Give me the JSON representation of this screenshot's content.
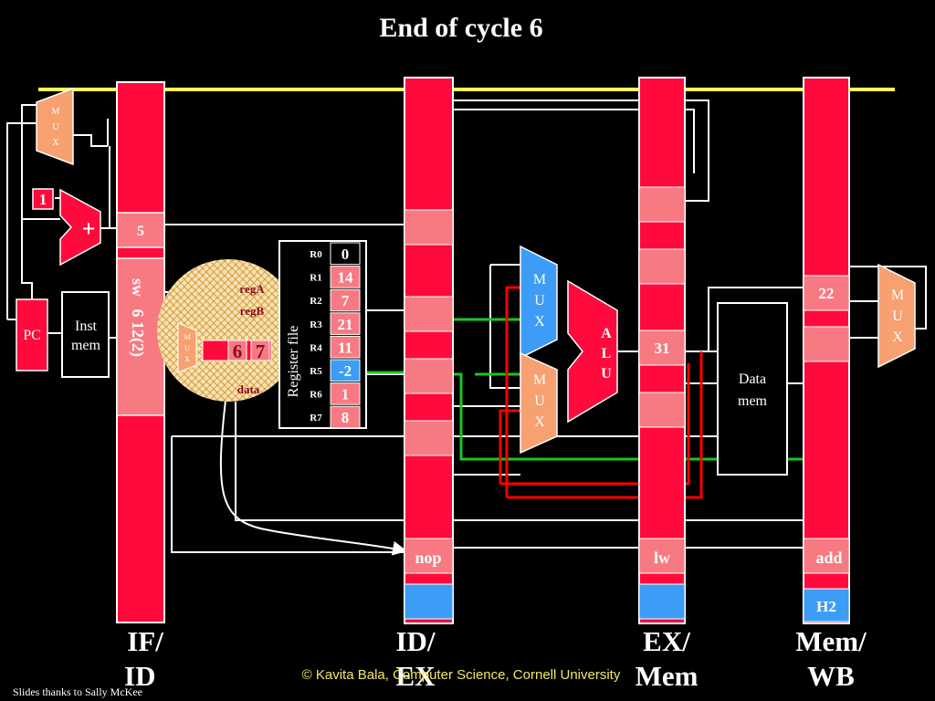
{
  "slide": {
    "title": "End of cycle 6",
    "footer": "© Kavita Bala, Computer Science, Cornell University",
    "credit": "Slides thanks to Sally McKee"
  },
  "pipeline_registers": {
    "if_id": {
      "label_line1": "IF/",
      "label_line2": "ID",
      "pc_plus_one": "5",
      "instruction": "sw   6 12(2)"
    },
    "id_ex": {
      "label_line1": "ID/",
      "label_line2": "EX",
      "op": "nop"
    },
    "ex_mem": {
      "label_line1": "EX/",
      "label_line2": "Mem",
      "alu_result": "31",
      "op": "lw"
    },
    "mem_wb": {
      "label_line1": "Mem/",
      "label_line2": "WB",
      "value": "22",
      "op": "add",
      "hazard": "H2"
    }
  },
  "components": {
    "increment": "1",
    "adder": "+",
    "pc": "PC",
    "inst_mem_line1": "Inst",
    "inst_mem_line2": "mem",
    "mux_letters": [
      "M",
      "U",
      "X"
    ],
    "alu_letters": [
      "A",
      "L",
      "U"
    ],
    "data_mem_line1": "Data",
    "data_mem_line2": "mem",
    "register_file_label": "Register file"
  },
  "decode_zoom": {
    "regA": "regA",
    "regB": "regB",
    "data": "data",
    "selected_regs": [
      "6",
      "7"
    ]
  },
  "register_file": [
    {
      "name": "R0",
      "value": "0"
    },
    {
      "name": "R1",
      "value": "14"
    },
    {
      "name": "R2",
      "value": "7"
    },
    {
      "name": "R3",
      "value": "21"
    },
    {
      "name": "R4",
      "value": "11"
    },
    {
      "name": "R5",
      "value": "-2"
    },
    {
      "name": "R6",
      "value": "1"
    },
    {
      "name": "R7",
      "value": "8"
    }
  ],
  "colors": {
    "pipeline_red": "#ff0a3c",
    "field_pink": "#f77a82",
    "field_blue": "#3d9cf5",
    "mux_orange": "#f7a070",
    "clock_yellow": "#ffff55",
    "forward_green": "#18c81c",
    "forward_red": "#ff0000",
    "wire": "#ffffff"
  }
}
